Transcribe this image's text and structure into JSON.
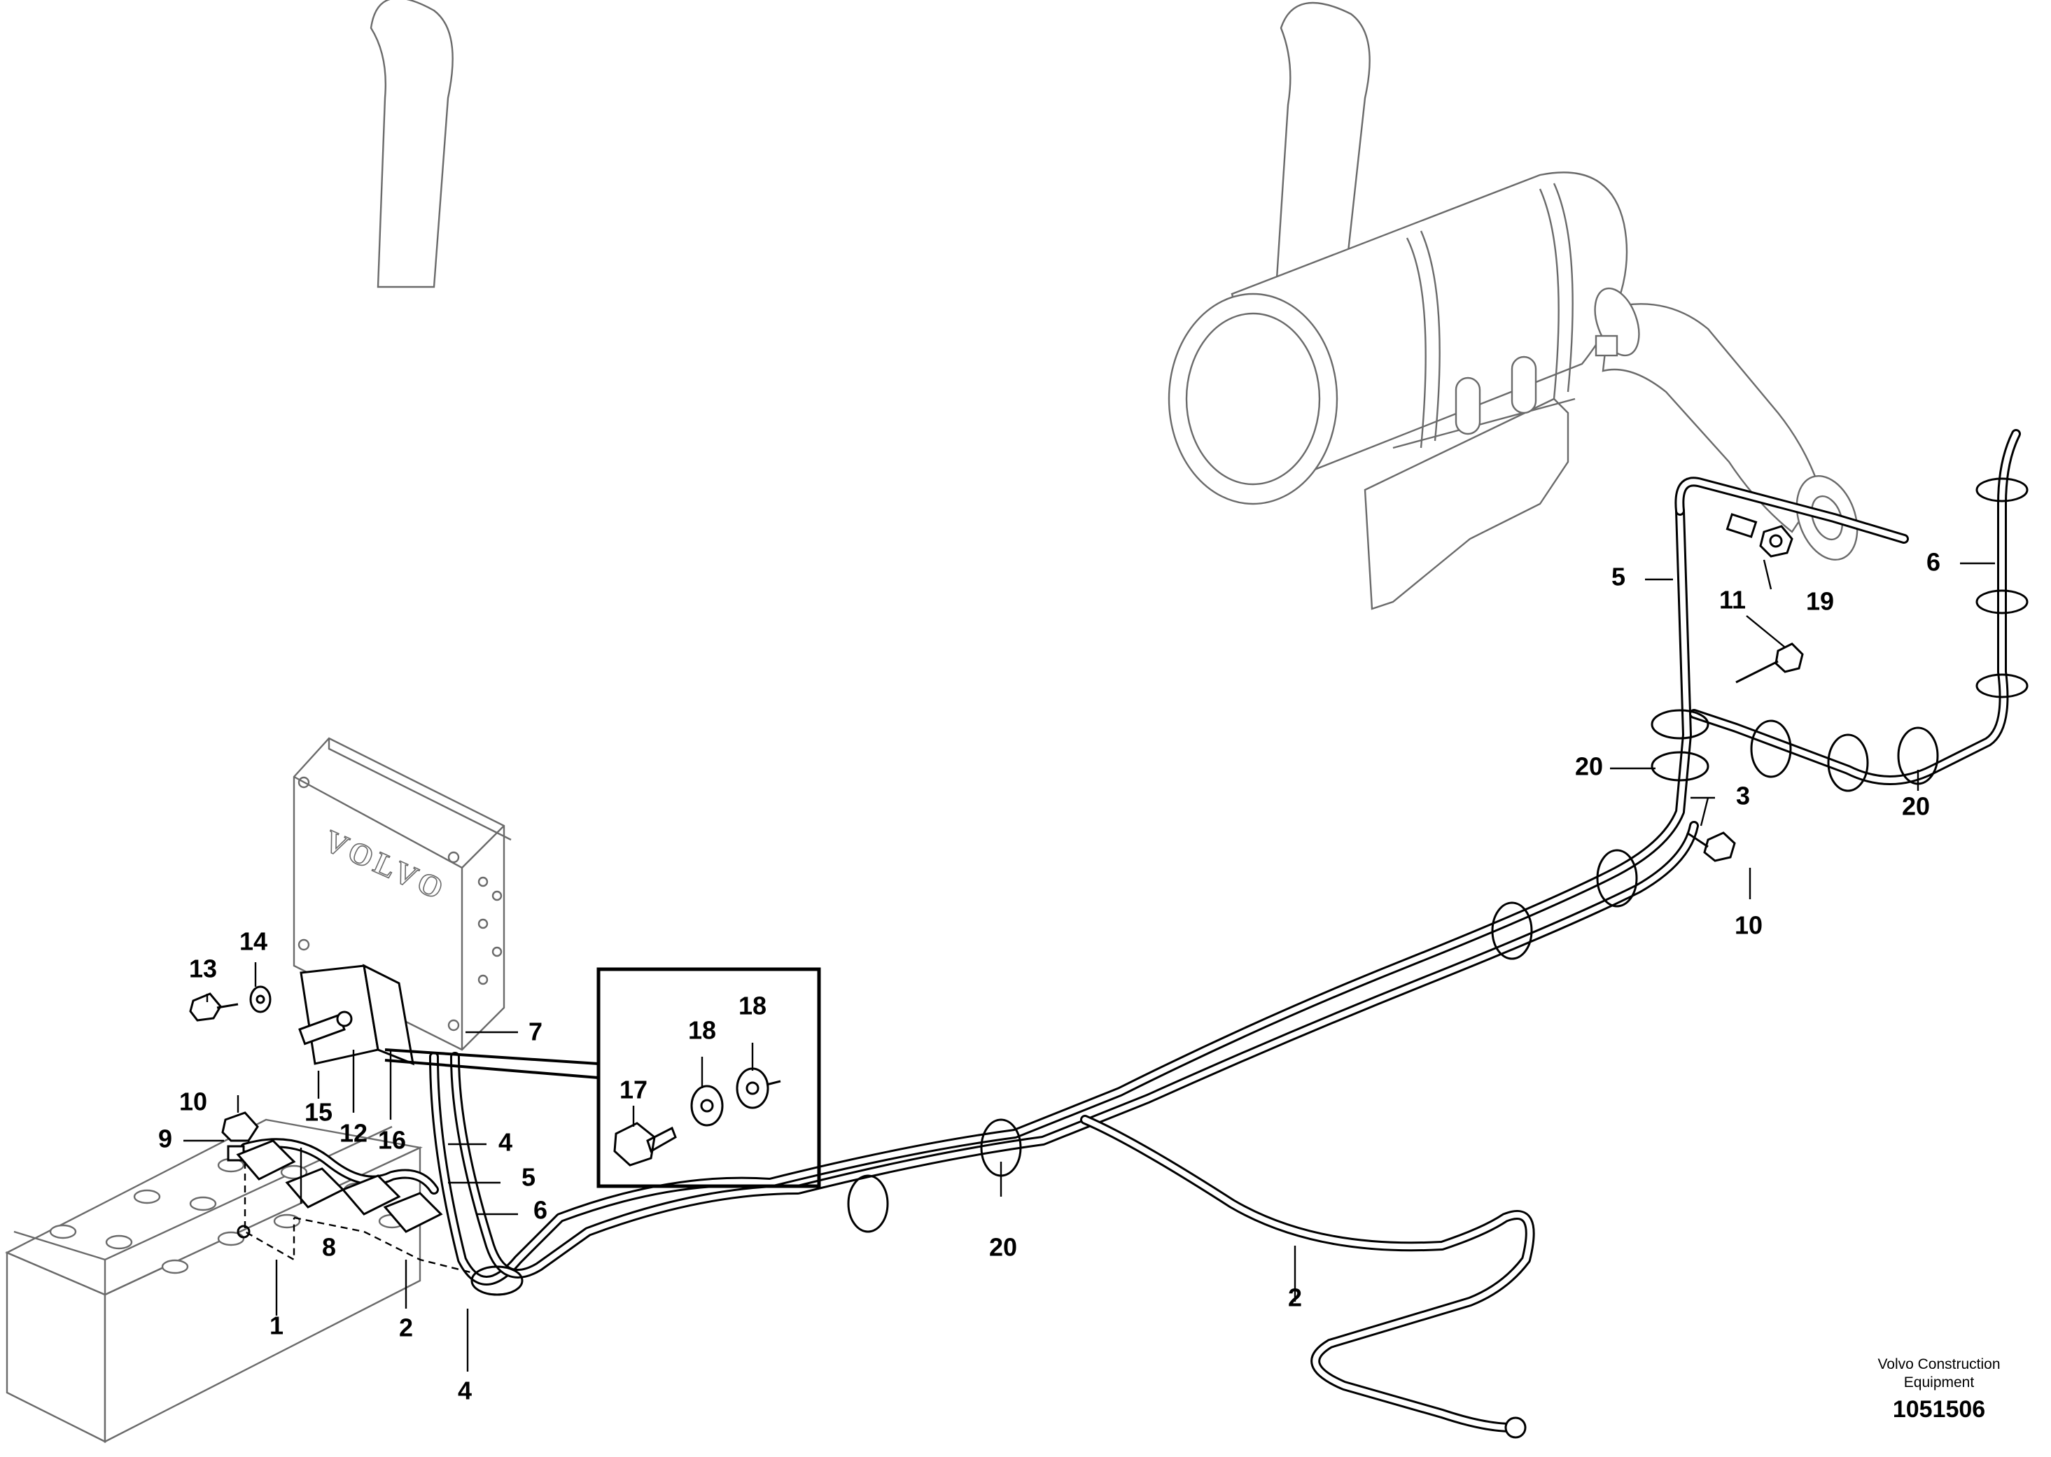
{
  "ecu": {
    "brand_text": "VOLVO"
  },
  "callouts": {
    "c1": "1",
    "c2a": "2",
    "c2b": "2",
    "c3": "3",
    "c4a": "4",
    "c4b": "4",
    "c5a": "5",
    "c5b": "5",
    "c6a": "6",
    "c6b": "6",
    "c7": "7",
    "c8": "8",
    "c9": "9",
    "c10a": "10",
    "c10b": "10",
    "c11": "11",
    "c12": "12",
    "c13": "13",
    "c14": "14",
    "c15": "15",
    "c16": "16",
    "c17": "17",
    "c18a": "18",
    "c18b": "18",
    "c19": "19",
    "c20a": "20",
    "c20b": "20",
    "c20c": "20"
  },
  "footer": {
    "company_line1": "Volvo Construction",
    "company_line2": "Equipment",
    "drawing_number": "1051506"
  }
}
